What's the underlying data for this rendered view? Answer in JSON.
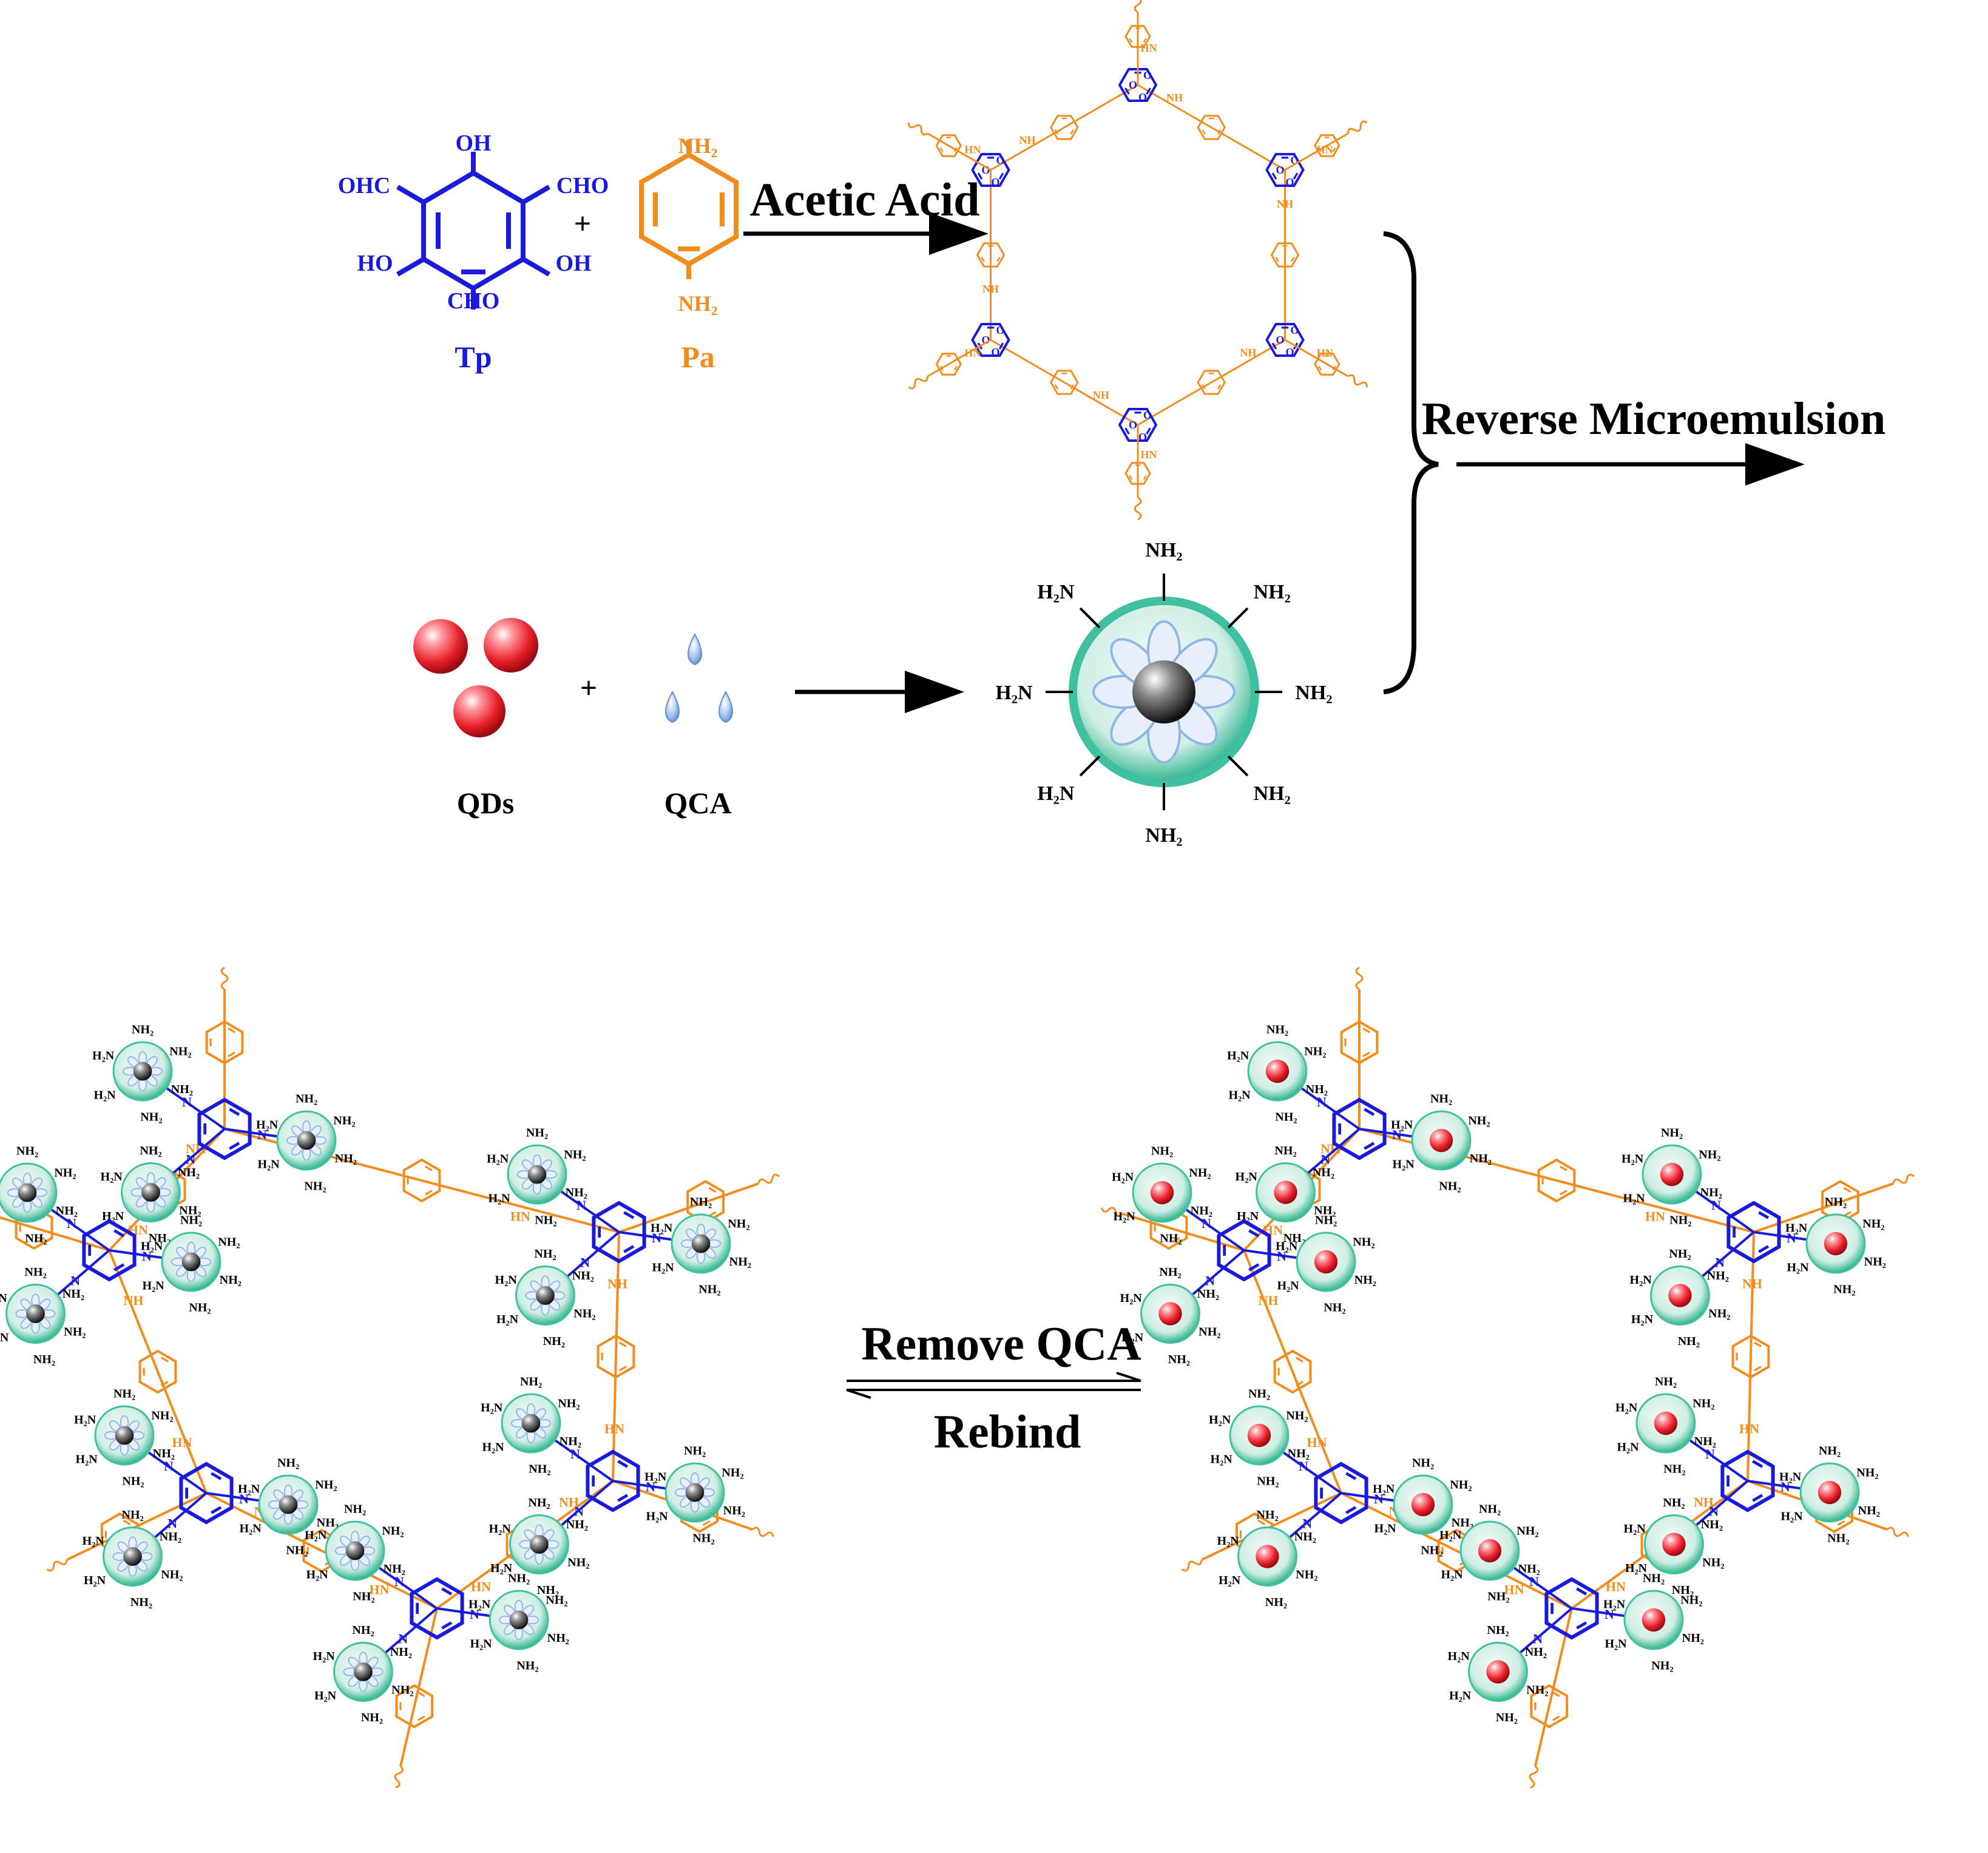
{
  "colors": {
    "blue": "#1a1adb",
    "orange": "#f28c1c",
    "black": "#000000",
    "shell": "#3fc0a0",
    "shell_light": "#d9f2ea",
    "qd_red": "#e8202a",
    "qca_blue": "#8fb6e6"
  },
  "reactants": {
    "tp": {
      "label": "Tp",
      "oh": "OH",
      "cho": "CHO",
      "ohc": "OHC",
      "ho": "HO"
    },
    "pa": {
      "label": "Pa",
      "nh2": "NH₂"
    },
    "plus": "+"
  },
  "arrows": {
    "acetic_acid": "Acetic Acid",
    "reverse_microemulsion": "Reverse Microemulsion",
    "remove_qca": "Remove QCA",
    "rebind": "Rebind"
  },
  "qd_row": {
    "qds_label": "QDs",
    "qca_label": "QCA",
    "plus": "+"
  },
  "particle": {
    "nh2": "NH₂",
    "h2n": "H₂N"
  },
  "network": {
    "nh": "NH",
    "hn": "HN",
    "n": "N",
    "o": "O"
  },
  "icons": [
    "qd-sphere-icon",
    "qca-droplet-icon",
    "functionalized-particle-icon",
    "brace-icon",
    "arrow-icon"
  ]
}
